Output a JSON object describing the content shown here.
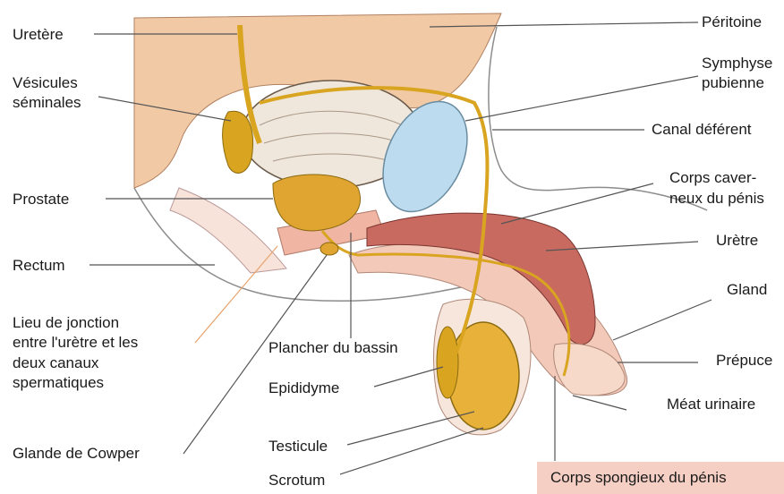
{
  "labels": {
    "uretere": "Uretère",
    "vesicules_1": "Vésicules",
    "vesicules_2": "séminales",
    "prostate": "Prostate",
    "rectum": "Rectum",
    "lieu_1": "Lieu de jonction",
    "lieu_2": "entre l'urètre et les",
    "lieu_3": "deux canaux",
    "lieu_4": "spermatiques",
    "cowper": "Glande de Cowper",
    "plancher": "Plancher du bassin",
    "epididyme": "Epididyme",
    "testicule": "Testicule",
    "scrotum": "Scrotum",
    "peritoine": "Péritoine",
    "symphyse_1": "Symphyse",
    "symphyse_2": "pubienne",
    "canal": "Canal déférent",
    "corps_cav_1": "Corps caver-",
    "corps_cav_2": "neux du pénis",
    "uretre": "Urètre",
    "gland": "Gland",
    "prepuce": "Prépuce",
    "meat": "Méat urinaire",
    "corps_spongieux": "Corps spongieux du pénis"
  },
  "colors": {
    "peritoneum": "#f1c9a5",
    "bladder": "#efe7dc",
    "symphysis": "#bcdbee",
    "corpus_cavernosum": "#c86a60",
    "spongiosum": "#f3c9b9",
    "duct": "#d9a520",
    "prostate": "#e0a431",
    "testis": "#e8b13a",
    "caption_bg": "#f5cfc4"
  }
}
